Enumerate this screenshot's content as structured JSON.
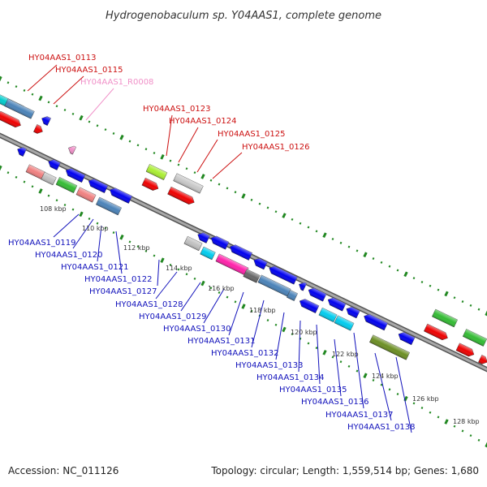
{
  "title": "Hydrogenobaculum sp. Y04AAS1, complete genome",
  "footer": {
    "accession": "Accession: NC_011126",
    "topology": "Topology: circular; Length: 1,559,514 bp; Genes: 1,680"
  },
  "colors": {
    "forward_label": "#cc1111",
    "reverse_label": "#1111bb",
    "rna_label": "#f090c8",
    "backbone": "#888888",
    "dots": "#228822"
  },
  "ticks": [
    "108 kbp",
    "110 kbp",
    "112 kbp",
    "114 kbp",
    "116 kbp",
    "118 kbp",
    "120 kbp",
    "122 kbp",
    "124 kbp",
    "126 kbp",
    "128 kbp"
  ],
  "top_labels": [
    {
      "text": "HY04AAS1_0113",
      "type": "cds"
    },
    {
      "text": "HY04AAS1_0115",
      "type": "cds"
    },
    {
      "text": "HY04AAS1_R0008",
      "type": "rna"
    },
    {
      "text": "HY04AAS1_0123",
      "type": "cds"
    },
    {
      "text": "HY04AAS1_0124",
      "type": "cds"
    },
    {
      "text": "HY04AAS1_0125",
      "type": "cds"
    },
    {
      "text": "HY04AAS1_0126",
      "type": "cds"
    }
  ],
  "bottom_labels": [
    "HY04AAS1_0119",
    "HY04AAS1_0120",
    "HY04AAS1_0121",
    "HY04AAS1_0122",
    "HY04AAS1_0127",
    "HY04AAS1_0128",
    "HY04AAS1_0129",
    "HY04AAS1_0130",
    "HY04AAS1_0131",
    "HY04AAS1_0132",
    "HY04AAS1_0133",
    "HY04AAS1_0134",
    "HY04AAS1_0135",
    "HY04AAS1_0136",
    "HY04AAS1_0137",
    "HY04AAS1_0138"
  ]
}
